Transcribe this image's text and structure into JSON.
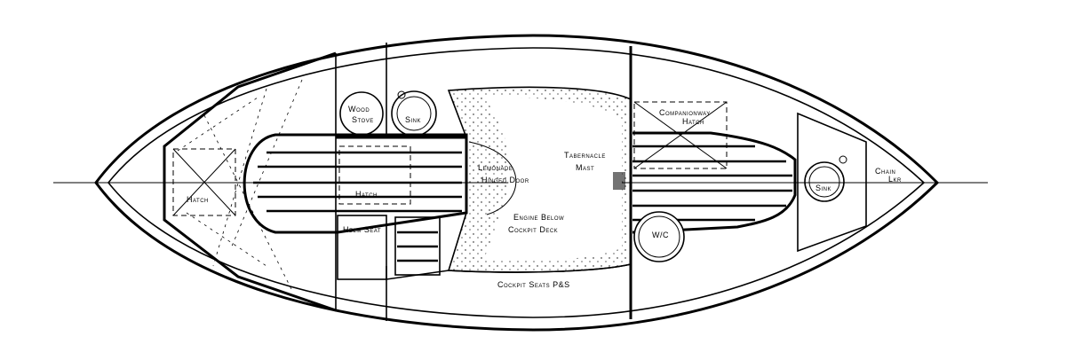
{
  "drawing": {
    "title": "Boat accommodation plan",
    "labels": {
      "wood_stove_1": "Wood",
      "wood_stove_2": "Stove",
      "galley_sink": "Sink",
      "hinged_door_1": "Lemonade",
      "hinged_door_2": "Hinged Door",
      "tabernacle_1": "Tabernacle",
      "tabernacle_2": "Mast",
      "aft_hatch": "Hatch",
      "cockpit_hatch": "Hatch",
      "helm_seat": "Helm Seat",
      "engine_1": "Engine Below",
      "engine_2": "Cockpit Deck",
      "cockpit_seats": "Cockpit Seats P&S",
      "companionway_1": "Companionway",
      "companionway_2": "Hatch",
      "wc": "W/C",
      "fwd_sink": "Sink",
      "chain_1": "Chain",
      "chain_2": "Lkr"
    }
  }
}
